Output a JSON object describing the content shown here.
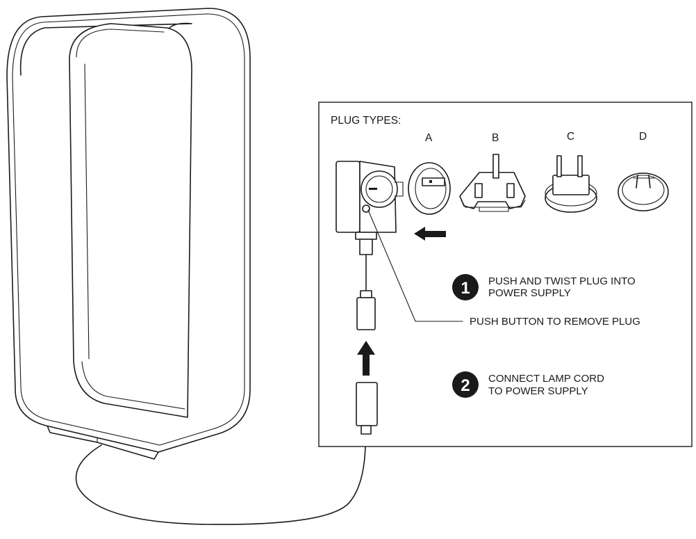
{
  "panel": {
    "heading": "PLUG TYPES:",
    "plug_labels": [
      "A",
      "B",
      "C",
      "D"
    ]
  },
  "steps": [
    {
      "number": "1",
      "line1": "PUSH AND TWIST PLUG INTO",
      "line2": "POWER SUPPLY"
    },
    {
      "number": "2",
      "line1": "CONNECT LAMP CORD",
      "line2": "TO POWER SUPPLY"
    }
  ],
  "callout": "PUSH BUTTON TO REMOVE PLUG"
}
